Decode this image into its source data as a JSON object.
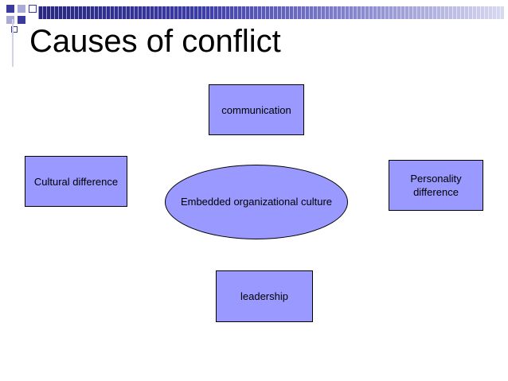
{
  "slide": {
    "title": "Causes of conflict"
  },
  "diagram": {
    "center": {
      "line1": "Embedded organizational",
      "line2": "culture"
    },
    "nodes": {
      "top": "communication",
      "left": "Cultural difference",
      "right_line1": "Personality",
      "right_line2": "difference",
      "bottom": "leadership"
    }
  },
  "colors": {
    "node_fill": "#9999ff",
    "node_border": "#000000",
    "accent": "#3b3b9e"
  }
}
